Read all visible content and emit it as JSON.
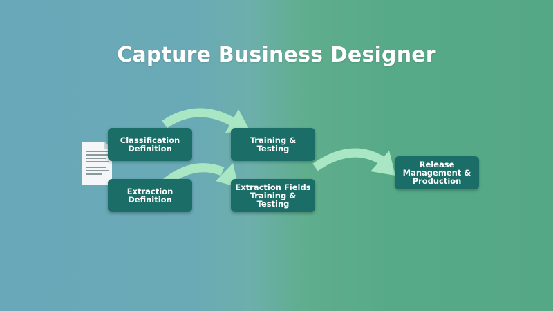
{
  "title": "Capture Business Designer",
  "nodes": {
    "classification": "Classification\nDefinition",
    "extraction": "Extraction\nDefinition",
    "training": "Training &\nTesting",
    "extraction_fields": "Extraction Fields\nTraining & Testing",
    "release": "Release\nManagement &\nProduction"
  },
  "icons": {
    "document": "document-icon"
  },
  "colors": {
    "node_fill": "#1b6e68",
    "arrow_fill": "#a8e6c4",
    "title": "#ffffff"
  }
}
